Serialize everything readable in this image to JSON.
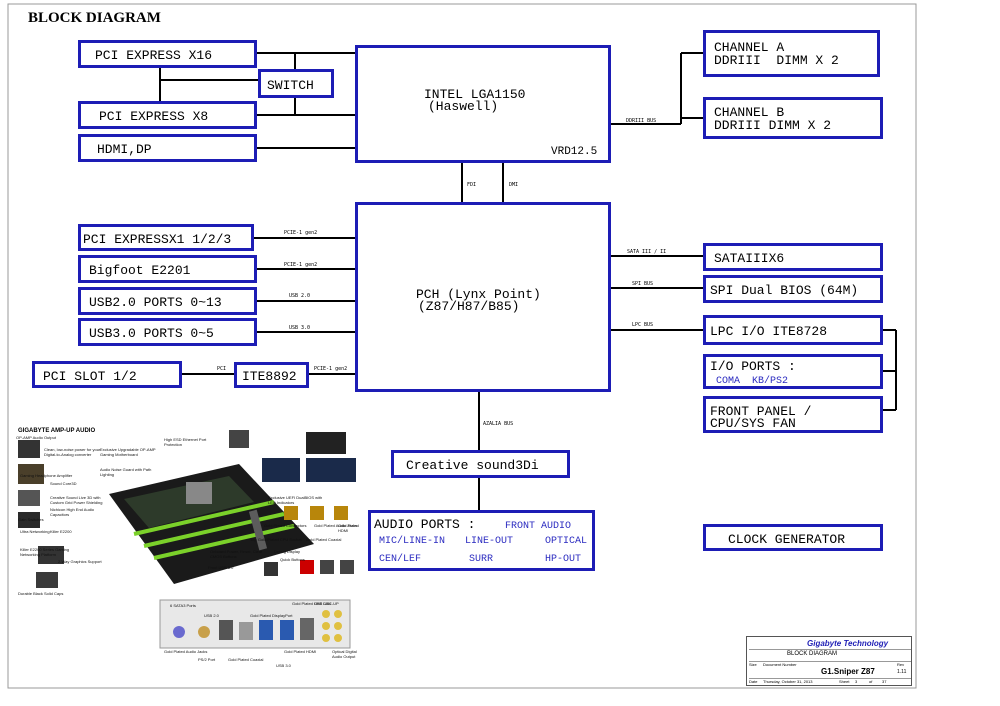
{
  "diagram": {
    "title": "BLOCK DIAGRAM",
    "cpu": {
      "line1": "INTEL LGA1150",
      "line2": "(Haswell)",
      "vrd": "VRD12.5"
    },
    "pch": {
      "line1": "PCH (Lynx Point)",
      "line2": "(Z87/H87/B85)"
    },
    "left_boxes": {
      "pcie_x16": "PCI EXPRESS X16",
      "switch": "SWITCH",
      "pcie_x8": "PCI EXPRESS X8",
      "hdmi_dp": "HDMI,DP",
      "pcie_x1": "PCI EXPRESSX1 1/2/3",
      "bigfoot": "Bigfoot E2201",
      "usb2": "USB2.0 PORTS 0~13",
      "usb3": "USB3.0 PORTS 0~5",
      "pci_slot": "PCI SLOT 1/2",
      "ite8892": "ITE8892"
    },
    "right_boxes": {
      "channel_a_1": "CHANNEL A",
      "channel_a_2": "DDRIII  DIMM X 2",
      "channel_b_1": "CHANNEL B",
      "channel_b_2": "DDRIII DIMM X 2",
      "sata": "SATAIIIX6",
      "spi": "SPI Dual BIOS (64M)",
      "lpc": "LPC I/O ITE8728",
      "io_ports_1": "I/O PORTS :",
      "io_ports_2": "COMA  KB/PS2",
      "front_panel_1": "FRONT PANEL /",
      "front_panel_2": "CPU/SYS FAN",
      "clock": "CLOCK GENERATOR"
    },
    "audio": {
      "codec": "Creative sound3Di",
      "ports_title": "AUDIO PORTS :",
      "front_audio": "FRONT AUDIO",
      "mic_line_in": "MIC/LINE-IN",
      "line_out": "LINE-OUT",
      "optical": "OPTICAL",
      "cen_lef": "CEN/LEF",
      "surr": "SURR",
      "hp_out": "HP-OUT"
    },
    "bus_labels": {
      "ddriii_bus": "DDRIII BUS",
      "fdi": "FDI",
      "dmi": "DMI",
      "pcie1_gen2_a": "PCIE-1 gen2",
      "pcie1_gen2_b": "PCIE-1 gen2",
      "usb20": "USB 2.0",
      "usb30": "USB 3.0",
      "pci": "PCI",
      "pcie1_gen2_c": "PCIE-1 gen2",
      "sata_bus": "SATA III / II",
      "spi_bus": "SPI BUS",
      "lpc_bus": "LPC BUS",
      "azalia_bus": "AZALIA BUS"
    }
  },
  "title_block": {
    "company": "Gigabyte Technology",
    "title": "BLOCK DIAGRAM",
    "model": "G1.Sniper Z87",
    "rev": "1.11",
    "size_label": "Size",
    "doc_number_label": "Document Number",
    "rev_label": "Rev",
    "date_label": "Date",
    "date": "Thursday, October 31, 2013",
    "sheet_label": "Sheet",
    "sheet": "3",
    "of_label": "of",
    "sheets_total": "37"
  },
  "photo": {
    "brand_line": "GIGABYTE AMP-UP AUDIO",
    "callouts": [
      "High ESD Ethernet Port Protection",
      "Clean, low-noise power for your Digital-to-Analog converter",
      "Exclusive Upgradable OP-AMP Gaming Motherboard",
      "Audio Noise Guard with Path Lighting",
      "Gaming Headphone Amplifier",
      "Sound Core3D",
      "Creative Sound Live 3D with Custom Grid Power Shielding",
      "Nichicon High End Audio Capacitors",
      "Gain Switches",
      "Ultra Networking",
      "Killer E2200",
      "Killer E2200 Series Gaming Networking Platform",
      "2-Way Graphics Support",
      "Durable Black Solid Caps",
      "Exclusive UEFI DualBIOS with LED Indicators",
      "Gold Plated Connectors",
      "Gold Plated Audio Jacks",
      "Gold Plated HDMI",
      "Gold Plated Coaxial",
      "15µ Gold Plated CPU Socket",
      "Debug Display",
      "Quick Buttons",
      "Onboard Power, Reset, Clear CMOS Buttons",
      "Front USB 3.0",
      "6 SATA3 Ports",
      "USB 2.0",
      "Gold Plated DisplayPort",
      "Gold Plated USB DAC-UP",
      "GbE LAN",
      "Gold Plated Audio Jacks",
      "PS/2 Port",
      "Gold Plated Coaxial",
      "Gold Plated HDMI",
      "USB 3.0",
      "Optical Digital Audio Output",
      "OP-AMP Audio Output"
    ]
  }
}
